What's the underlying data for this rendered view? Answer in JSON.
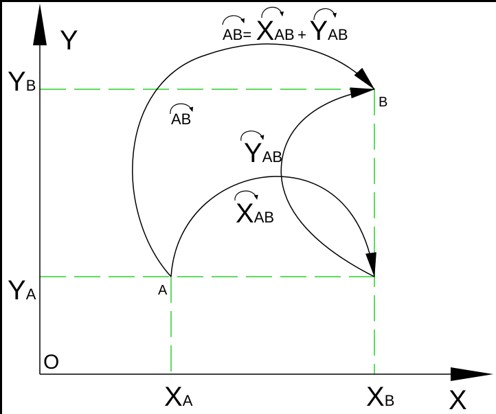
{
  "diagram": {
    "axes": {
      "x_label": "X",
      "y_label": "Y",
      "origin_label": "O"
    },
    "points": {
      "A": {
        "label": "A",
        "x_label_main": "X",
        "x_label_sub": "A",
        "y_label_main": "Y",
        "y_label_sub": "A"
      },
      "B": {
        "label": "B",
        "x_label_main": "X",
        "x_label_sub": "B",
        "y_label_main": "Y",
        "y_label_sub": "B"
      }
    },
    "formula": {
      "lhs": "AB",
      "equals": "=",
      "x_main": "X",
      "x_sub": "AB",
      "plus": "+",
      "y_main": "Y",
      "y_sub": "AB"
    },
    "arc_labels": {
      "ab": "AB",
      "yab_main": "Y",
      "yab_sub": "AB",
      "xab_main": "X",
      "xab_sub": "AB"
    },
    "colors": {
      "axis": "#000000",
      "guide": "#5ddc5d",
      "arc": "#000000"
    }
  }
}
